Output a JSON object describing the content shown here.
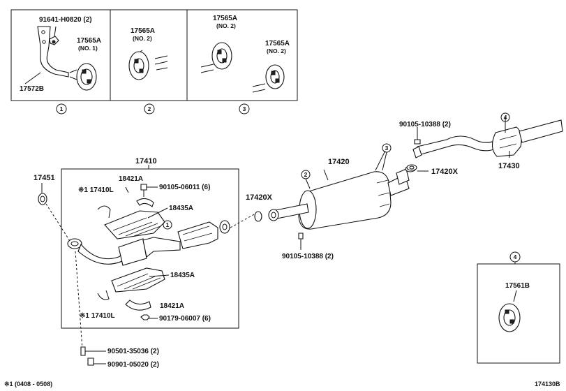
{
  "diagram_id": "174130B",
  "footnote": "※1 (0408 - 0508)",
  "insets": [
    {
      "number": "1",
      "parts": [
        "91641-H0820 (2)",
        "17565A",
        "(NO. 1)",
        "17572B"
      ]
    },
    {
      "number": "2",
      "parts": [
        "17565A",
        "(NO. 2)"
      ]
    },
    {
      "number": "3",
      "parts": [
        "17565A",
        "(NO. 2)",
        "17565A",
        "(NO. 2)"
      ]
    },
    {
      "number": "4",
      "parts": [
        "17561B"
      ]
    }
  ],
  "labels": {
    "p17410": "17410",
    "p17451": "17451",
    "p17410L_top": "※1 17410L",
    "p18421A_top": "18421A",
    "p90105_06011": "90105-06011 (6)",
    "p18435A_top": "18435A",
    "p18435A_bot": "18435A",
    "p17410L_bot": "※1 17410L",
    "p18421A_bot": "18421A",
    "p90179_06007": "90179-06007 (6)",
    "p90501_35036": "90501-35036 (2)",
    "p90901_05020": "90901-05020 (2)",
    "p17420X_left": "17420X",
    "p17420": "17420",
    "p90105_10388_bot": "90105-10388 (2)",
    "p90105_10388_top": "90105-10388 (2)",
    "p17420X_right": "17420X",
    "p17430": "17430",
    "inset1_bolt": "91641-H0820 (2)",
    "inset1_hanger": "17565A",
    "inset1_no": "(NO. 1)",
    "inset1_bracket": "17572B",
    "inset2_hanger": "17565A",
    "inset2_no": "(NO. 2)",
    "inset3_hanger_a": "17565A",
    "inset3_no_a": "(NO. 2)",
    "inset3_hanger_b": "17565A",
    "inset3_no_b": "(NO. 2)",
    "inset4_hanger": "17561B"
  },
  "callouts": {
    "c1": "1",
    "c2": "2",
    "c3": "3",
    "main1": "1",
    "main2": "2",
    "main3": "3",
    "main4": "4",
    "inset4": "4"
  }
}
